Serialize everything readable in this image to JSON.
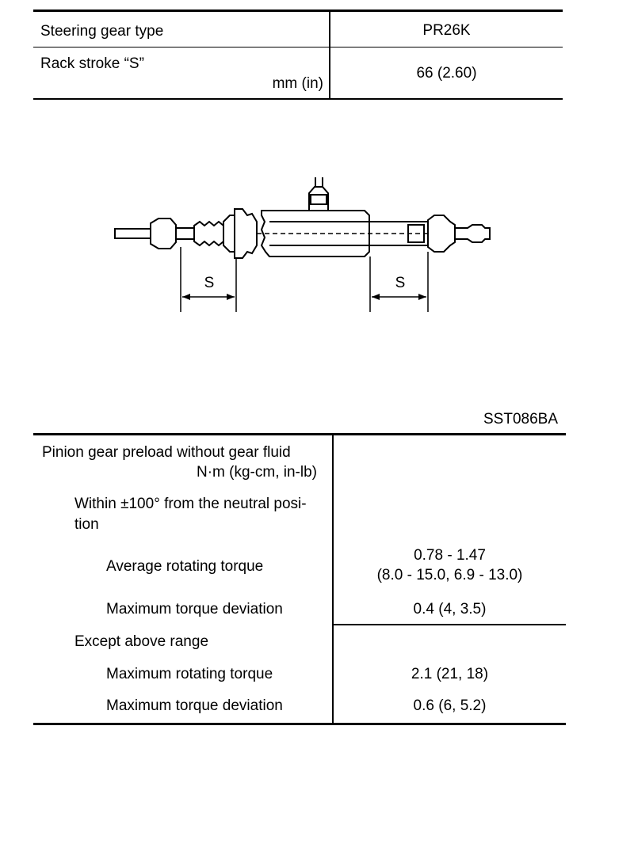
{
  "spec_table": {
    "row1": {
      "label": "Steering gear type",
      "value": "PR26K"
    },
    "row2": {
      "label": "Rack stroke “S”",
      "unit": "mm (in)",
      "value": "66 (2.60)"
    }
  },
  "figure": {
    "dimension_label_left": "S",
    "dimension_label_right": "S",
    "figure_code": "SST086BA"
  },
  "preload_table": {
    "header": "Pinion gear preload without gear fluid",
    "header_unit": "N·m (kg-cm, in-lb)",
    "within_line1": "Within ±100° from the neutral posi-",
    "within_line2": "tion",
    "avg_label": "Average rotating torque",
    "avg_value_line1": "0.78 - 1.47",
    "avg_value_line2": "(8.0 - 15.0, 6.9 - 13.0)",
    "max_dev_label_1": "Maximum torque deviation",
    "max_dev_value_1": "0.4 (4, 3.5)",
    "except_label": "Except above range",
    "max_rot_label": "Maximum rotating torque",
    "max_rot_value": "2.1 (21, 18)",
    "max_dev_label_2": "Maximum torque deviation",
    "max_dev_value_2": "0.6 (6, 5.2)"
  }
}
